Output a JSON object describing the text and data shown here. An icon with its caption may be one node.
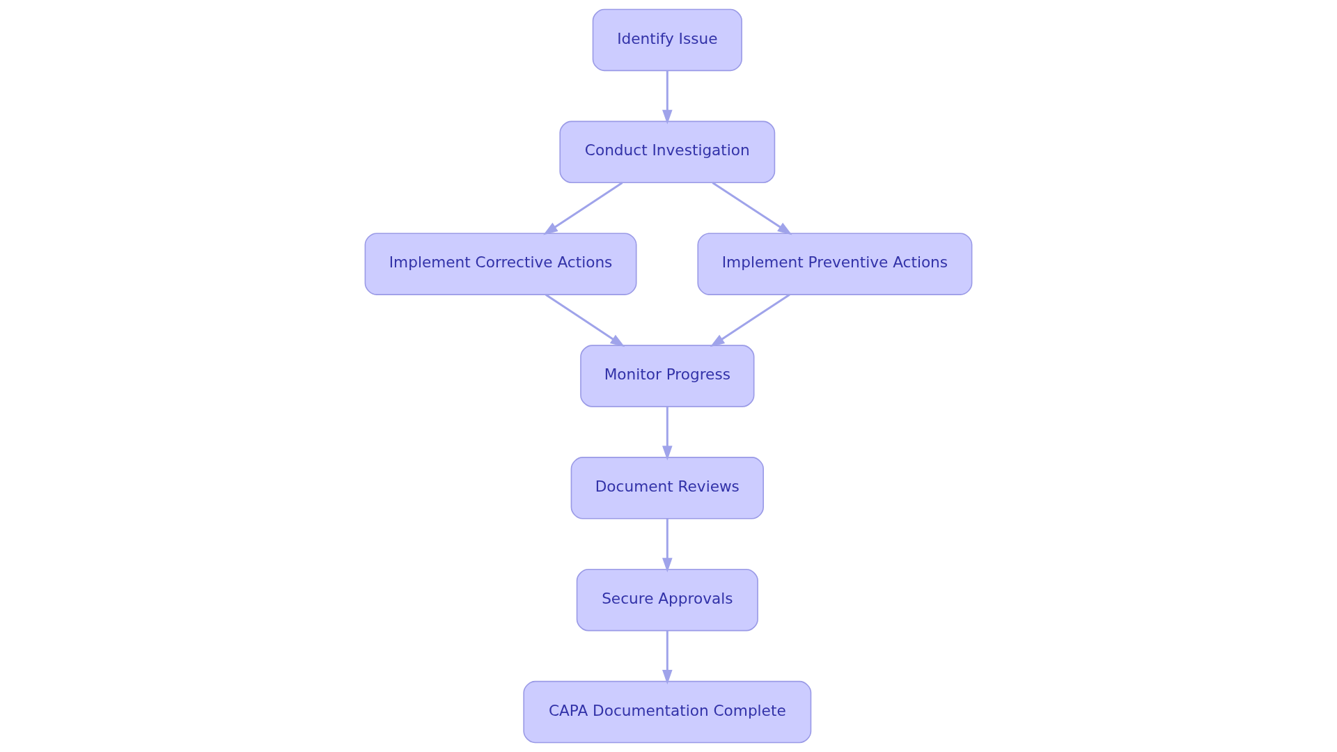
{
  "diagram": {
    "nodes": [
      {
        "text": [
          "Identify Issue"
        ]
      },
      {
        "text": [
          "Conduct Investigation"
        ]
      },
      {
        "text": [
          "Implement Corrective Actions"
        ]
      },
      {
        "text": [
          "Implement Preventive Actions"
        ]
      },
      {
        "text": [
          "Monitor Progress"
        ]
      },
      {
        "text": [
          "Document Reviews"
        ]
      },
      {
        "text": [
          "Secure Approvals"
        ]
      },
      {
        "text": [
          "CAPA Documentation Complete"
        ]
      }
    ],
    "edges": [
      {
        "from": 0,
        "to": 1,
        "arrow": "to"
      },
      {
        "from": 1,
        "to": 2,
        "arrow": "to"
      },
      {
        "from": 1,
        "to": 3,
        "arrow": "to"
      },
      {
        "from": 2,
        "to": 4,
        "arrow": "to"
      },
      {
        "from": 3,
        "to": 4,
        "arrow": "to"
      },
      {
        "from": 4,
        "to": 5,
        "arrow": "to"
      },
      {
        "from": 5,
        "to": 6,
        "arrow": "to"
      },
      {
        "from": 6,
        "to": 7,
        "arrow": "to"
      }
    ]
  }
}
